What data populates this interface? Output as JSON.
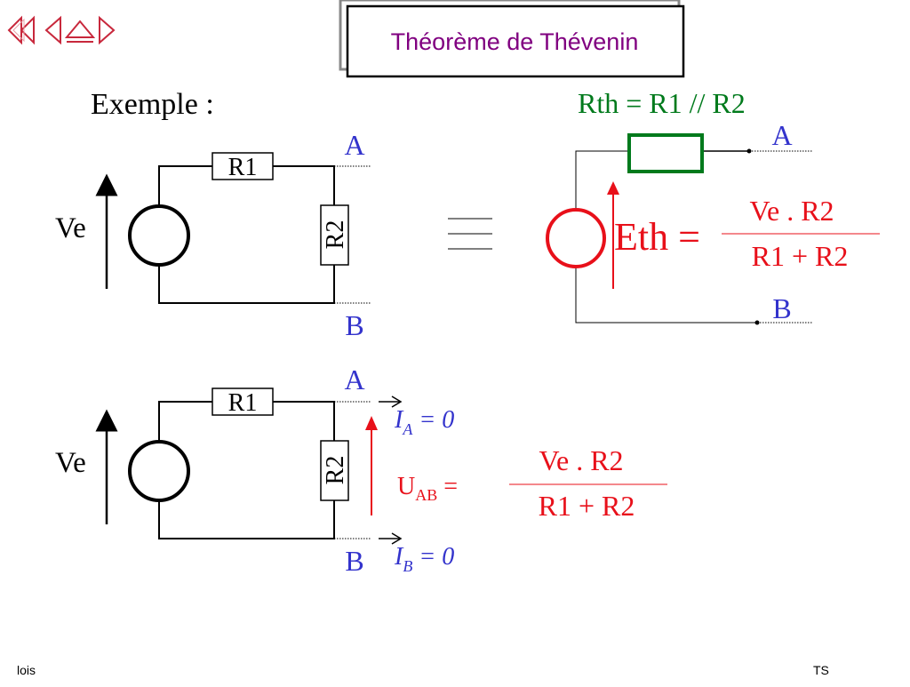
{
  "header": {
    "title": "Théorème de Thévenin"
  },
  "nav": {
    "buttons": [
      {
        "name": "nav-first-button",
        "icon": "double-left-triangle-icon"
      },
      {
        "name": "nav-prev-button",
        "icon": "left-triangle-icon"
      },
      {
        "name": "nav-up-button",
        "icon": "up-triangle-icon"
      },
      {
        "name": "nav-next-button",
        "icon": "right-triangle-icon"
      }
    ],
    "color": "#c8283c"
  },
  "example_label": "Exemple :",
  "circuit_top": {
    "source_label": "Ve",
    "r1_label": "R1",
    "r2_label": "R2",
    "terminal_a": "A",
    "terminal_b": "B"
  },
  "equivalence_symbol": "≡",
  "thevenin": {
    "rth_equation": "Rth = R1 // R2",
    "terminal_a": "A",
    "terminal_b": "B",
    "eth_lhs": "Eth =",
    "eth_numerator": "Ve . R2",
    "eth_denominator": "R1 + R2"
  },
  "circuit_bottom": {
    "source_label": "Ve",
    "r1_label": "R1",
    "r2_label": "R2",
    "terminal_a": "A",
    "terminal_b": "B",
    "ia_symbol": "I",
    "ia_subscript": "A",
    "ia_value": " = 0",
    "ib_symbol": "I",
    "ib_subscript": "B",
    "ib_value": " = 0",
    "uab_symbol": "U",
    "uab_subscript": "AB",
    "uab_equals": " =",
    "uab_numerator": "Ve . R2",
    "uab_denominator": "R1 + R2"
  },
  "footer": {
    "left": "lois",
    "right": "TS"
  },
  "colors": {
    "title": "#800080",
    "terminal": "#3333cc",
    "red": "#e8101a",
    "green": "#007a1c",
    "black": "#000000"
  }
}
